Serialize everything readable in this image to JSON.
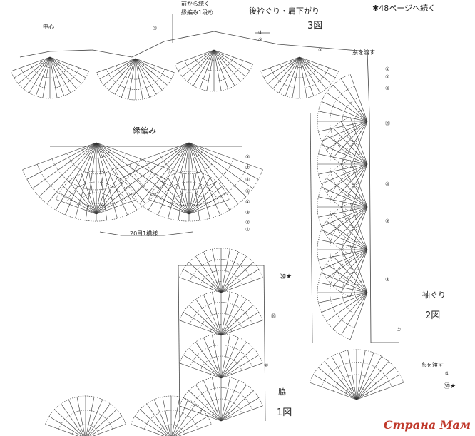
{
  "labels": {
    "continue_from_front": "前から続く",
    "edge_row_1": "縁編み1段め",
    "center": "中心",
    "back_neck_title": "後衿ぐり・肩下がり",
    "figure_3": "3図",
    "continue_note": "✱48ページへ続く",
    "cut_yarn_top": "糸を渡す",
    "edging_title": "縁編み",
    "repeat_note": "20目1模様",
    "armhole_title": "袖ぐり",
    "figure_2": "2図",
    "cut_yarn_bottom": "糸を渡す",
    "side_title": "脇",
    "figure_1": "1図"
  },
  "rows": {
    "edging": [
      "⑧",
      "⑦",
      "⑥",
      "⑤",
      "④",
      "③",
      "②",
      "①"
    ],
    "top_right": [
      "①",
      "②",
      "③"
    ],
    "back": [
      "④",
      "③",
      "②"
    ],
    "armhole": [
      "⑳",
      "⑩",
      "⑨",
      "⑧",
      "⑦"
    ],
    "side": [
      "㉚★",
      "⑳",
      "⑩"
    ],
    "armhole_bottom": [
      "①",
      "㉚★"
    ],
    "start": "③"
  },
  "watermark": "Страна Мам"
}
